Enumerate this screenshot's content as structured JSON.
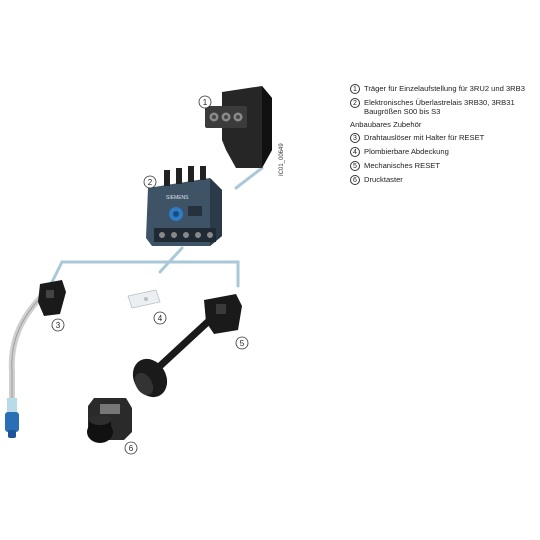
{
  "callouts": {
    "c1": "1",
    "c2": "2",
    "c3": "3",
    "c4": "4",
    "c5": "5",
    "c6": "6"
  },
  "doc_id": "IC01_00649",
  "product_label": "SIEMENS",
  "colors": {
    "connector": "#a9c9d8",
    "relay_body": "#3f5366",
    "relay_dark": "#1f2a35",
    "cable_tip": "#2a6fb5",
    "black_part": "#1a1a1a"
  },
  "legend": {
    "items": [
      {
        "n": "1",
        "text": "Träger für Einzelaufstellung für 3RU2 und 3RB3"
      },
      {
        "n": "2",
        "text": "Elektronisches Überlastrelais 3RB30, 3RB31 Baugrößen S00 bis S3"
      }
    ],
    "heading": "Anbaubares Zubehör",
    "accessories": [
      {
        "n": "3",
        "text": "Drahtauslöser mit Halter für RESET"
      },
      {
        "n": "4",
        "text": "Plombierbare Abdeckung"
      },
      {
        "n": "5",
        "text": "Mechanisches RESET"
      },
      {
        "n": "6",
        "text": "Drucktaster"
      }
    ]
  }
}
